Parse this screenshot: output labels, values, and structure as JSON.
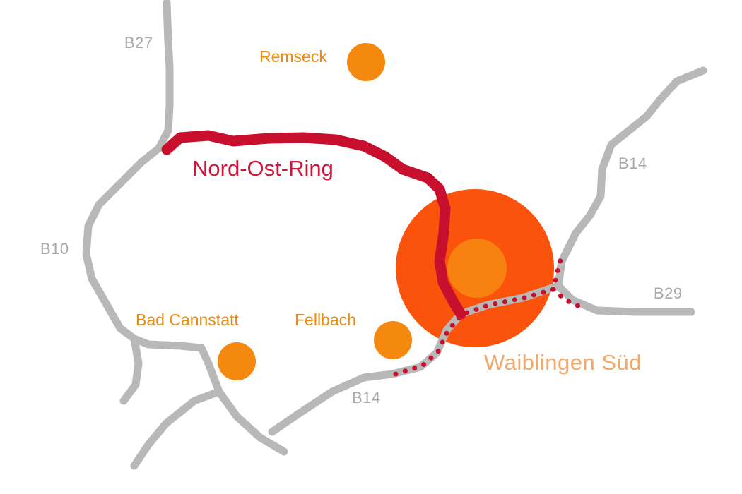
{
  "roads": {
    "b27": "B27",
    "b10": "B10",
    "b14_east": "B14",
    "b14_south": "B14",
    "b29": "B29"
  },
  "towns": {
    "remseck": "Remseck",
    "bad_cannstatt": "Bad Cannstatt",
    "fellbach": "Fellbach"
  },
  "ring": {
    "label": "Nord-Ost-Ring"
  },
  "focus": {
    "label": "Waiblingen Süd"
  },
  "colors": {
    "road": "#b8b8b8",
    "road_label": "#a9a9a9",
    "ring": "#c8102e",
    "ring_label": "#d4143a",
    "town": "#f5880f",
    "town_label": "#f08a10",
    "focus_outer": "#fb520c",
    "focus_inner": "#f8820f",
    "focus_label": "#f5a867"
  }
}
